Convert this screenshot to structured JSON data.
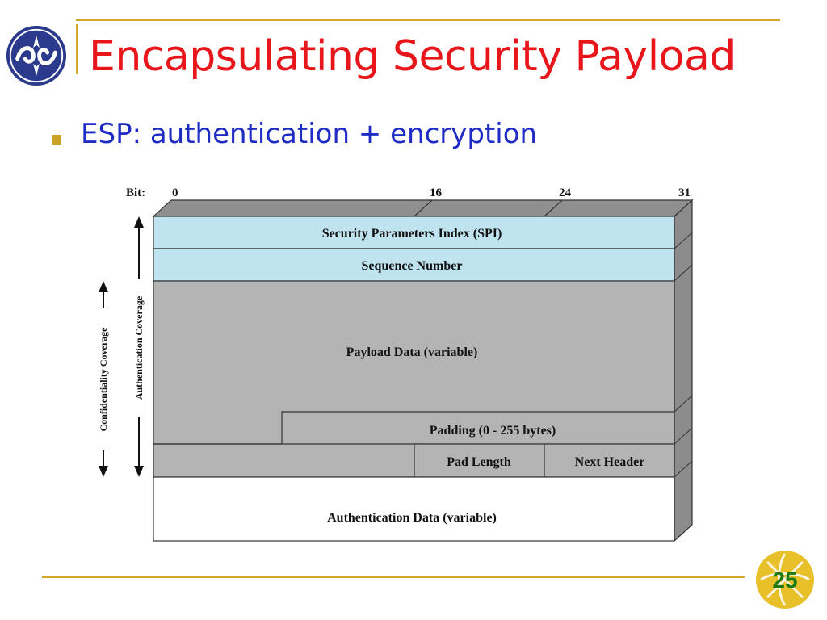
{
  "slide": {
    "title": "Encapsulating Security Payload",
    "bullet": "ESP: authentication + encryption",
    "page_number": "25"
  },
  "diagram": {
    "bit_label": "Bit:",
    "bit_ticks": [
      "0",
      "16",
      "24",
      "31"
    ],
    "fields": {
      "spi": "Security Parameters Index (SPI)",
      "sequence": "Sequence Number",
      "payload": "Payload Data (variable)",
      "padding": "Padding (0 - 255 bytes)",
      "pad_length": "Pad Length",
      "next_header": "Next Header",
      "auth_data": "Authentication Data (variable)"
    },
    "coverage": {
      "confidentiality": "Confidentiality Coverage",
      "authentication": "Authentication Coverage"
    },
    "colors": {
      "header_fields": "#bfe3ef",
      "encrypted_fields": "#b4b4b4",
      "side_face": "#8c8c8c",
      "title": "#e8161b",
      "bullet_text": "#1f2cc4",
      "accent": "#d4a62a"
    }
  }
}
